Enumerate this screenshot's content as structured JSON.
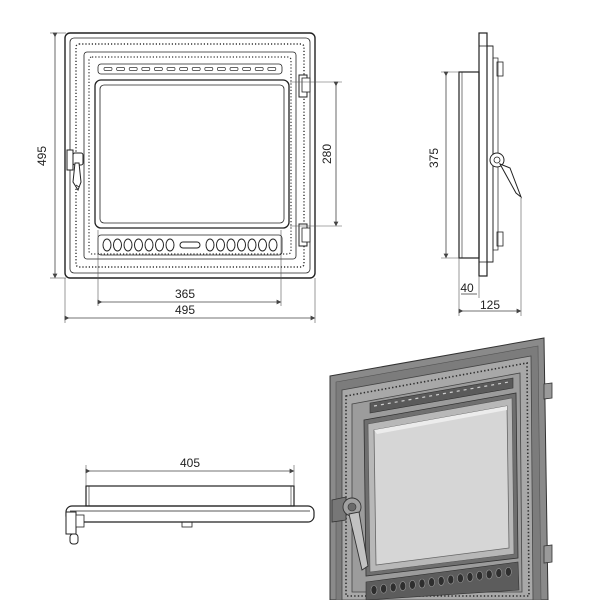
{
  "front_view": {
    "dim_height_total": "495",
    "dim_width_total": "495",
    "dim_glass_width": "365",
    "dim_glass_height": "280"
  },
  "side_view": {
    "dim_height": "375",
    "dim_depth_inner": "40",
    "dim_depth_total": "125"
  },
  "top_view": {
    "dim_width": "405"
  },
  "colors": {
    "line": "#222222",
    "glass": "#d6d6d6",
    "iron": "#8a8a8a",
    "iron_dark": "#4a4a4a"
  }
}
